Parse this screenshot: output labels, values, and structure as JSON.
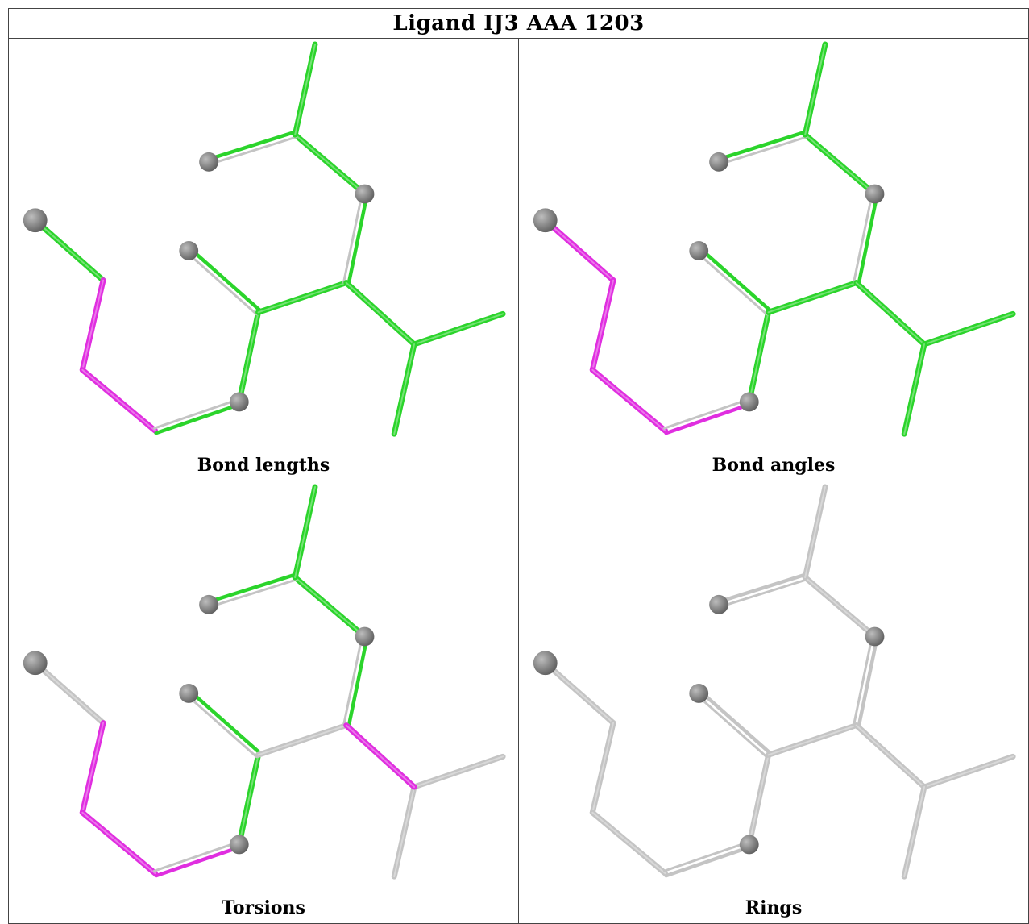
{
  "title": "Ligand IJ3 AAA 1203",
  "colors": {
    "green": "#2bd42b",
    "magenta": "#e02ee0",
    "grey": "#c4c4c4",
    "atom": "#777777"
  },
  "panels": [
    {
      "caption": "Bond lengths",
      "bonds": {
        "b1": "green",
        "b2": "magenta",
        "b3": "magenta",
        "b4": "green",
        "b5": "green",
        "b6": "green",
        "b7": "green",
        "b8": "green",
        "b9": "green",
        "b10": "green",
        "b11": "green",
        "b12": "green",
        "b13": "green",
        "b14": "green",
        "b15": "green",
        "b16": "green"
      }
    },
    {
      "caption": "Bond angles",
      "bonds": {
        "b1": "magenta",
        "b2": "magenta",
        "b3": "magenta",
        "b4": "magenta",
        "b5": "green",
        "b6": "green",
        "b7": "green",
        "b8": "green",
        "b9": "green",
        "b10": "green",
        "b11": "green",
        "b12": "green",
        "b13": "green",
        "b14": "green",
        "b15": "green",
        "b16": "green"
      }
    },
    {
      "caption": "Torsions",
      "bonds": {
        "b1": "grey",
        "b2": "magenta",
        "b3": "magenta",
        "b4": "magenta",
        "b5": "green",
        "b6": "green",
        "b7": "grey",
        "b8": "green",
        "b9": "green",
        "b10": "green",
        "b11": "green",
        "b12": "grey",
        "b13": "grey",
        "b14": "magenta",
        "b15": "grey",
        "b16": "grey"
      }
    },
    {
      "caption": "Rings",
      "bonds": {
        "b1": "grey",
        "b2": "grey",
        "b3": "grey",
        "b4": "grey",
        "b5": "grey",
        "b6": "grey",
        "b7": "grey",
        "b8": "grey",
        "b9": "grey",
        "b10": "grey",
        "b11": "grey",
        "b12": "grey",
        "b13": "grey",
        "b14": "grey",
        "b15": "grey",
        "b16": "grey"
      }
    }
  ]
}
